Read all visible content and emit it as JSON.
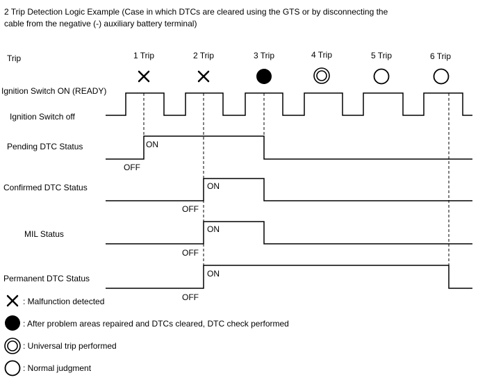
{
  "title_line1": "2 Trip Detection Logic Example (Case in which DTCs are cleared using the GTS or by disconnecting the",
  "title_line2": "cable from the negative (-) auxiliary battery terminal)",
  "row_labels": {
    "trip": "Trip",
    "ignition_on": "Ignition Switch ON (READY)",
    "ignition_off": "Ignition Switch off",
    "pending": "Pending DTC Status",
    "confirmed": "Confirmed DTC Status",
    "mil": "MIL Status",
    "permanent": "Permanent DTC Status"
  },
  "trips": [
    {
      "label": "1 Trip",
      "symbol": "cross"
    },
    {
      "label": "2 Trip",
      "symbol": "cross"
    },
    {
      "label": "3 Trip",
      "symbol": "filled-circle"
    },
    {
      "label": "4 Trip",
      "symbol": "double-circle"
    },
    {
      "label": "5 Trip",
      "symbol": "open-circle"
    },
    {
      "label": "6 Trip",
      "symbol": "open-circle"
    }
  ],
  "state_labels": {
    "pending_on": "ON",
    "pending_off": "OFF",
    "confirmed_on": "ON",
    "confirmed_off": "OFF",
    "mil_on": "ON",
    "mil_off": "OFF",
    "permanent_on": "ON",
    "permanent_off": "OFF"
  },
  "legend": [
    {
      "symbol": "cross",
      "text": ": Malfunction detected"
    },
    {
      "symbol": "filled-circle",
      "text": ": After problem areas repaired and DTCs cleared, DTC check performed"
    },
    {
      "symbol": "double-circle",
      "text": ": Universal trip performed"
    },
    {
      "symbol": "open-circle",
      "text": ": Normal judgment"
    }
  ],
  "colors": {
    "line": "#000000",
    "background": "#ffffff"
  }
}
